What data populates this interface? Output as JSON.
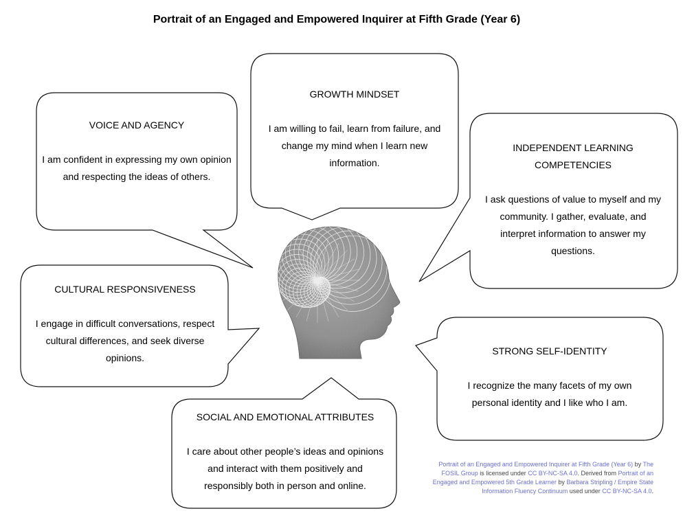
{
  "title": "Portrait of an Engaged and Empowered Inquirer at Fifth Grade (Year 6)",
  "bubbles": {
    "voice": {
      "heading": "VOICE AND AGENCY",
      "text": "I am confident in expressing my own opinion and respecting the ideas of others."
    },
    "growth": {
      "heading": "GROWTH MINDSET",
      "text": "I am willing to fail, learn from failure, and change my mind when I learn new information."
    },
    "independent": {
      "heading": "INDEPENDENT LEARNING COMPETENCIES",
      "text": "I ask questions of value to myself and my community.  I gather, evaluate, and interpret information to answer my questions."
    },
    "cultural": {
      "heading": "CULTURAL RESPONSIVENESS",
      "text": "I engage in difficult conversations, respect cultural differences, and seek diverse opinions."
    },
    "identity": {
      "heading": "STRONG SELF-IDENTITY",
      "text": "I recognize the many facets of my own personal identity and I like who I am."
    },
    "social": {
      "heading": "SOCIAL AND EMOTIONAL ATTRIBUTES",
      "text": "I care about other people’s ideas and opinions and interact with them positively and responsibly both in person and online."
    }
  },
  "credit": {
    "work_title": "Portrait of an Engaged and Empowered Inquirer at Fifth Grade (Year 6)",
    "by1": " by ",
    "author": "The FOSIL Group",
    "licensed": " is licensed under ",
    "license1": "CC BY-NC-SA 4.0",
    "derived": ". Derived from ",
    "source_title": "Portrait of an Engaged and Empowered 5th Grade Learner",
    "by2": " by ",
    "source_author": "Barbara Stripling / Empire State Information Fluency Continuum",
    "used": " used under ",
    "license2": "CC BY-NC-SA 4.0",
    "end": "."
  },
  "colors": {
    "head_fill": "#8c8c8c",
    "link": "#6b6fd4"
  },
  "icons": {
    "head": "head-with-spiral-icon"
  }
}
